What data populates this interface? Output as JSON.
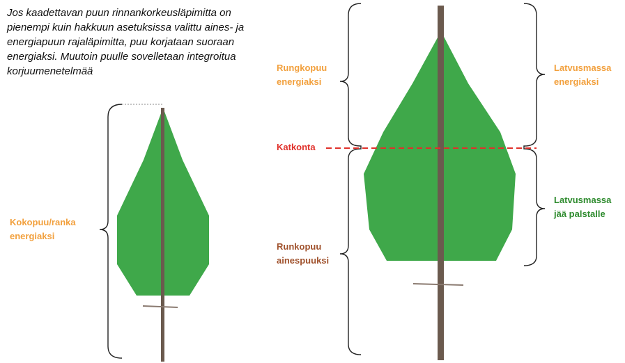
{
  "intro_text": "Jos kaadettavan puun rinnankorkeusläpimitta on pienempi kuin hakkuun asetuksissa valittu aines- ja energiapuun rajaläpimitta, puu korjataan suoraan energiaksi. Muutoin puulle sovelletaan integroitua korjuumenetelmää",
  "labels": {
    "whole_tree": "Kokopuu/ranka\nenergiaksi",
    "stem_energy": "Rungkopuu\nenergiaksi",
    "crown_energy": "Latvusmassa\nenergiaksi",
    "cut_point": "Katkonta",
    "crown_left": "Latvusmassa\njää palstalle",
    "stem_timber": "Runkopuu\nainespuuksi"
  },
  "colors": {
    "orange": "#F2A03D",
    "red": "#E0302A",
    "brown": "#A0522D",
    "green": "#2E8B2E",
    "foliage": "#3FA84A",
    "trunk": "#6B5A4E"
  }
}
